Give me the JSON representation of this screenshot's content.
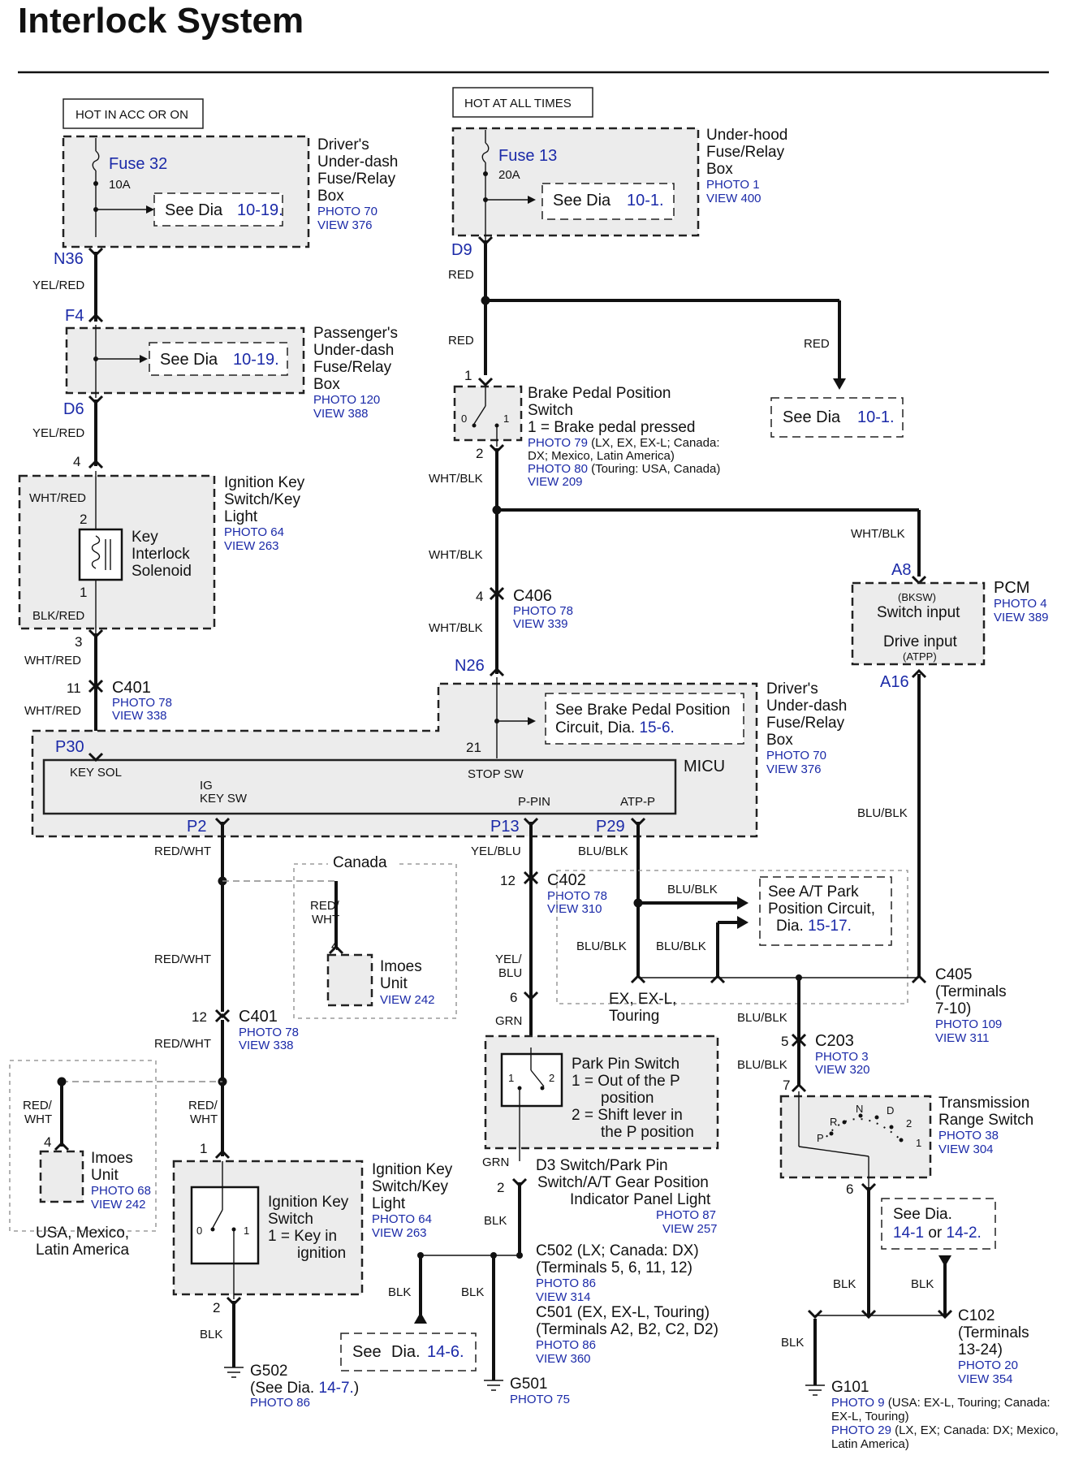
{
  "title": "Interlock System",
  "supplies": {
    "acc": "HOT IN ACC OR ON",
    "always": "HOT AT ALL TIMES"
  },
  "fuses": {
    "f32_name": "Fuse 32",
    "f32_amp": "10A",
    "f13_name": "Fuse 13",
    "f13_amp": "20A"
  },
  "boxes": {
    "drv_l1": "Driver's",
    "drv_l2": "Under-dash",
    "drv_l3": "Fuse/Relay",
    "drv_l4": "Box",
    "drv_photo": "PHOTO 70",
    "drv_view": "VIEW 376",
    "uh_l1": "Under-hood",
    "uh_l2": "Fuse/Relay",
    "uh_l3": "Box",
    "uh_photo": "PHOTO 1",
    "uh_view": "VIEW 400",
    "pas_l1": "Passenger's",
    "pas_l2": "Under-dash",
    "pas_l3": "Fuse/Relay",
    "pas_l4": "Box",
    "pas_photo": "PHOTO 120",
    "pas_view": "VIEW 388",
    "drv2_l1": "Driver's",
    "drv2_l2": "Under-dash",
    "drv2_l3": "Fuse/Relay",
    "drv2_l4": "Box",
    "drv2_photo": "PHOTO 70",
    "drv2_view": "VIEW 376",
    "micu": "MICU"
  },
  "refs": {
    "see": "See Dia",
    "r1019": "10-19.",
    "r101": "10-1.",
    "r156": "15-6.",
    "r1517": "15-17.",
    "r146": "14-6.",
    "r147": "14-7.",
    "r141": "14-1",
    "r142": "14-2.",
    "see2": "See",
    "dia": "Dia.",
    "or": "or",
    "bpp_l1": "See Brake Pedal Position",
    "bpp_l2": "Circuit,",
    "atp_l1": "See A/T Park",
    "atp_l2": "Position Circuit,",
    "g502_see": "(See",
    "g502_close": ")"
  },
  "connectors": {
    "n36": "N36",
    "f4": "F4",
    "d6": "D6",
    "d9": "D9",
    "n26": "N26",
    "p30": "P30",
    "p2": "P2",
    "p13": "P13",
    "p29": "P29",
    "a8": "A8",
    "a16": "A16"
  },
  "wires": {
    "yel_red": "YEL/RED",
    "red": "RED",
    "wht_red": "WHT/RED",
    "blk_red": "BLK/RED",
    "wht_blk": "WHT/BLK",
    "red_wht": "RED/WHT",
    "red_sl": "RED/",
    "wht": "WHT",
    "yel_blu": "YEL/BLU",
    "yel_sl": "YEL/",
    "blu": "BLU",
    "blu_blk": "BLU/BLK",
    "grn": "GRN",
    "blk": "BLK"
  },
  "components": {
    "ik_l1": "Ignition Key",
    "ik_l2": "Switch/Key",
    "ik_l3": "Light",
    "ik_photo": "PHOTO 64",
    "ik_view": "VIEW 263",
    "sol_l1": "Key",
    "sol_l2": "Interlock",
    "sol_l3": "Solenoid",
    "bps_l1": "Brake Pedal Position",
    "bps_l2": "Switch",
    "bps_l3": "1 =  Brake pedal pressed",
    "bps_p1": "PHOTO 79",
    "bps_p1t": " (LX, EX, EX-L; Canada:",
    "bps_p1t2": "DX; Mexico, Latin America)",
    "bps_p2": "PHOTO 80",
    "bps_p2t": " (Touring: USA, Canada)",
    "bps_view": "VIEW 209",
    "pcm": "PCM",
    "pcm_photo": "PHOTO 4",
    "pcm_view": "VIEW 389",
    "pcm_bksw": "(BKSW)",
    "pcm_sw": "Switch input",
    "pcm_drv": "Drive input",
    "pcm_atpp": "(ATPP)",
    "micu_keysol": "KEY SOL",
    "micu_ig": "IG",
    "micu_keysw": "KEY SW",
    "micu_stop": "STOP SW",
    "micu_ppin": "P-PIN",
    "micu_atp": "ATP-P",
    "canada": "Canada",
    "imoes_l1": "Imoes",
    "imoes_l2": "Unit",
    "imoes_view": "VIEW 242",
    "imoes2_photo": "PHOTO 68",
    "imoes2_view": "VIEW 242",
    "usa_l1": "USA, Mexico,",
    "usa_l2": "Latin America",
    "ex_l1": "EX, EX-L,",
    "ex_l2": "Touring",
    "pp_l1": "Park Pin Switch",
    "pp_l2": "1 = Out of the P",
    "pp_l3": "position",
    "pp_l4": "2 = Shift lever in",
    "pp_l5": "the P position",
    "d3_l1": "D3 Switch/Park Pin",
    "d3_l2": "Switch/A/T Gear Position",
    "d3_l3": "Indicator Panel Light",
    "d3_photo": "PHOTO 87",
    "d3_view": "VIEW 257",
    "iks_l1": "Ignition Key",
    "iks_l2": "Switch",
    "iks_l3": "1 =  Key in",
    "iks_l4": "ignition",
    "tr_l1": "Transmission",
    "tr_l2": "Range Switch",
    "tr_photo": "PHOTO 38",
    "tr_view": "VIEW 304",
    "tr_p": "P",
    "tr_r": "R",
    "tr_n": "N",
    "tr_d": "D",
    "tr_2": "2",
    "tr_1": "1"
  },
  "conn_info": {
    "c406": "C406",
    "c406_photo": "PHOTO 78",
    "c406_view": "VIEW 339",
    "c401": "C401",
    "c401_photo": "PHOTO 78",
    "c401_view": "VIEW 338",
    "c402": "C402",
    "c402_photo": "PHOTO 78",
    "c402_view": "VIEW 310",
    "c405_l1": "C405",
    "c405_l2": "(Terminals",
    "c405_l3": "7-10)",
    "c405_photo": "PHOTO 109",
    "c405_view": "VIEW 311",
    "c203": "C203",
    "c203_photo": "PHOTO 3",
    "c203_view": "VIEW 320",
    "c502_l1": "C502 (LX; Canada: DX)",
    "c502_l2": "(Terminals 5, 6, 11, 12)",
    "c502_photo": "PHOTO 86",
    "c502_view": "VIEW 314",
    "c501_l1": "C501 (EX, EX-L, Touring)",
    "c501_l2": "(Terminals A2, B2, C2, D2)",
    "c501_photo": "PHOTO 86",
    "c501_view": "VIEW 360",
    "c102_l1": "C102",
    "c102_l2": "(Terminals",
    "c102_l3": "13-24)",
    "c102_photo": "PHOTO 20",
    "c102_view": "VIEW 354",
    "g502": "G502",
    "g502_photo": "PHOTO 86",
    "g501": "G501",
    "g501_photo": "PHOTO 75",
    "g101": "G101",
    "g101_p1": "PHOTO 9",
    "g101_p1t": " (USA: EX-L, Touring; Canada:",
    "g101_p1t2": "EX-L, Touring)",
    "g101_p2": "PHOTO 29",
    "g101_p2t": " (LX, EX; Canada: DX; Mexico,",
    "g101_p2t2": "Latin America)"
  },
  "pins": {
    "n1": "1",
    "n2": "2",
    "n3": "3",
    "n4": "4",
    "n5": "5",
    "n6": "6",
    "n7": "7",
    "n11": "11",
    "n12": "12",
    "n21": "21",
    "n0": "0"
  }
}
